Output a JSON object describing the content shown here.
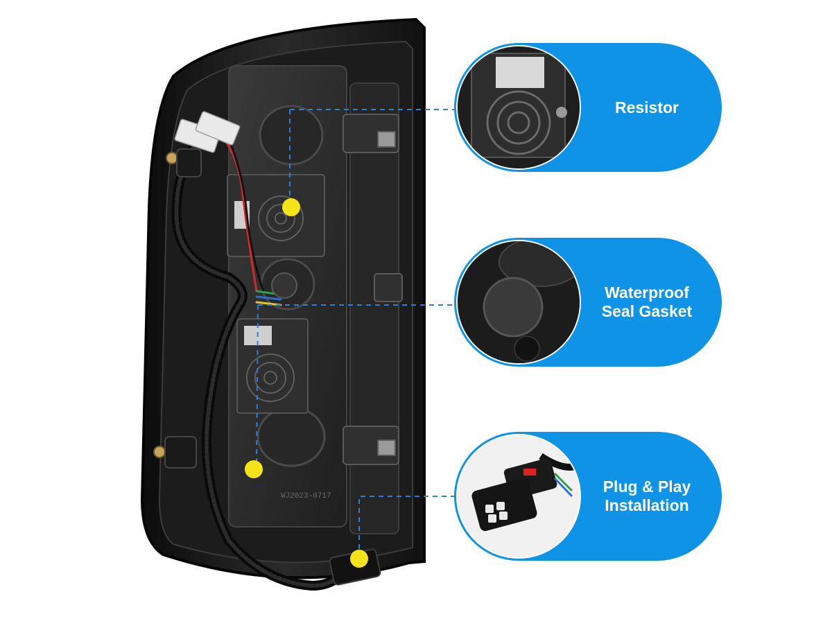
{
  "accent_color": "#0f93e6",
  "marker_color": "#f5e31a",
  "callouts": [
    {
      "label": "Resistor"
    },
    {
      "label": "Waterproof\nSeal Gasket"
    },
    {
      "label": "Plug & Play\nInstallation"
    }
  ],
  "housing_markings": {
    "part_code": "WJ2023-0717"
  }
}
